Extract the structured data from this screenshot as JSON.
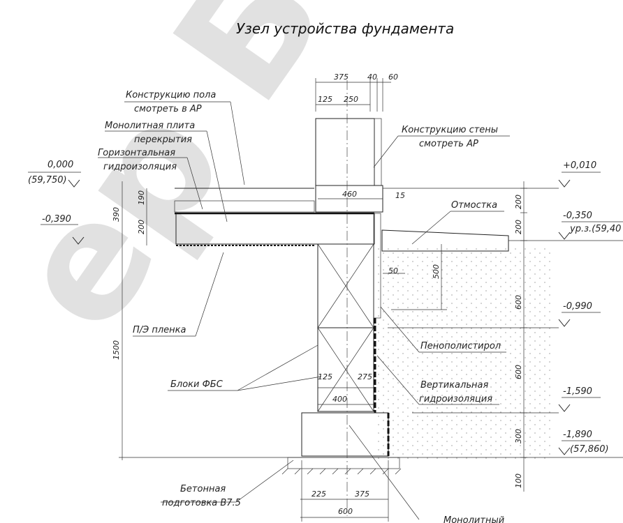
{
  "title": "Узел устройства фундамента",
  "watermark": "ер Б.П.",
  "levels": {
    "zero": "0,000",
    "zero_abs": "(59,750)",
    "plus_0010": "+0,010",
    "minus_0390": "-0,390",
    "minus_0350": "-0,350",
    "ground_abs": "ур.з.(59,40",
    "minus_0990": "-0,990",
    "minus_1590": "-1,590",
    "minus_1890": "-1,890",
    "minus_1890_abs": "(57,860)"
  },
  "labels": {
    "floor_construction_1": "Конструкцию пола",
    "floor_construction_2": "смотреть в АР",
    "slab_1": "Монолитная плита",
    "slab_2": "перекрытия",
    "horiz_waterproof_1": "Горизонтальная",
    "horiz_waterproof_2": "гидроизоляция",
    "wall_construction_1": "Конструкцию стены",
    "wall_construction_2": "смотреть АР",
    "blind_area": "Отмостка",
    "pe_film": "П/Э пленка",
    "polystyrene": "Пенополистирол",
    "fbs_blocks": "Блоки ФБС",
    "vert_waterproof_1": "Вертикальная",
    "vert_waterproof_2": "гидроизоляция",
    "concrete_prep_1": "Бетонная",
    "concrete_prep_2": "подготовка В7.5",
    "monolithic_partial": "Монолитный"
  },
  "dims": {
    "d375_top": "375",
    "d40": "40",
    "d60": "60",
    "d125_top": "125",
    "d250": "250",
    "d460": "460",
    "d15": "15",
    "d190": "190",
    "d390": "390",
    "d200_left": "200",
    "d200_right_top": "200",
    "d200_right": "200",
    "d500": "500",
    "d50": "50",
    "d600_a": "600",
    "d600_b": "600",
    "d1500": "1500",
    "d125_mid": "125",
    "d275": "275",
    "d400": "400",
    "d300": "300",
    "d100": "100",
    "d225": "225",
    "d375_bottom": "375",
    "d600_bottom": "600"
  }
}
